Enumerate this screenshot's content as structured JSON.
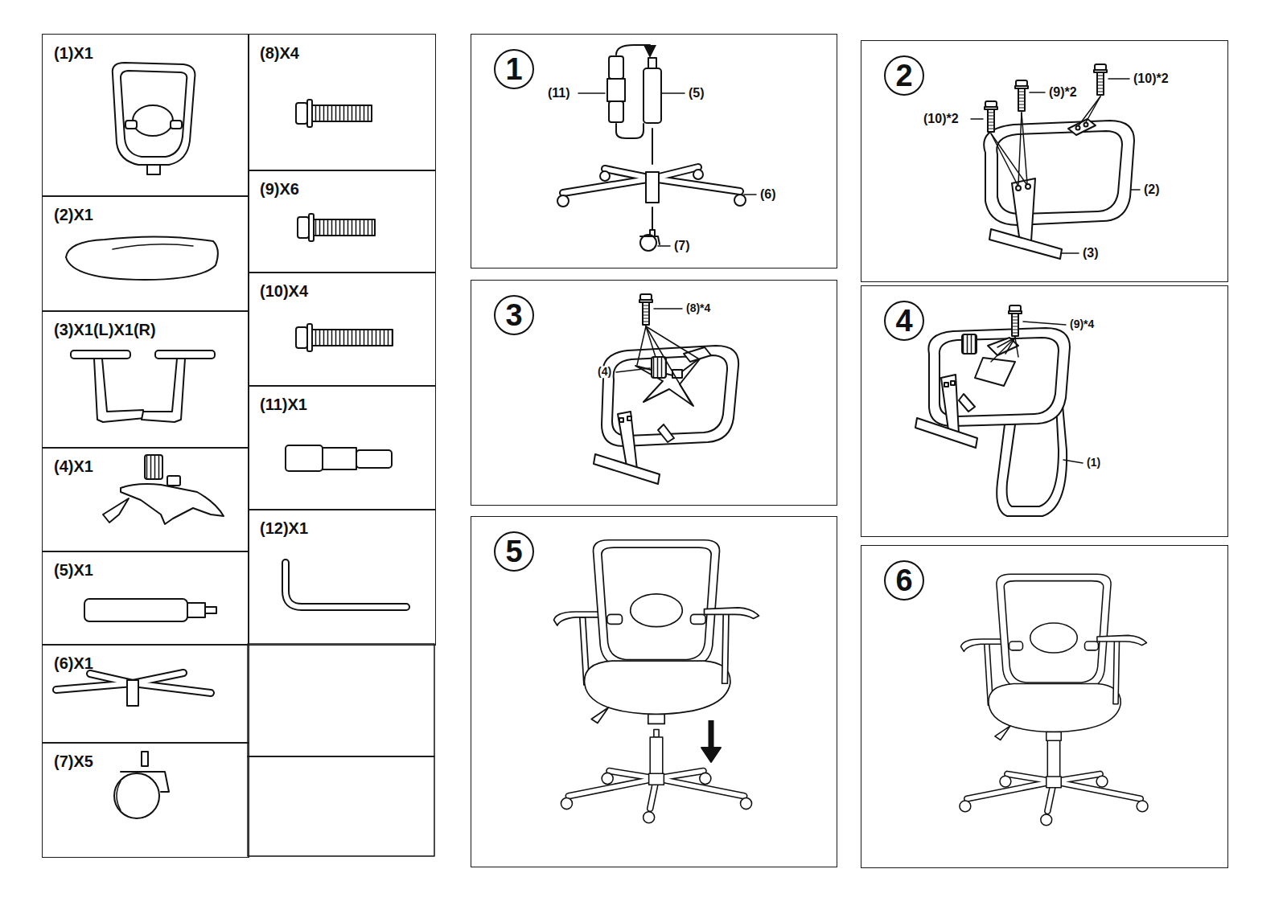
{
  "diagram": {
    "nodes": [
      {
        "text": [
          "(1)X1"
        ]
      },
      {
        "text": [
          "(2)X1"
        ]
      },
      {
        "text": [
          "(3)X1(L)X1(R)"
        ]
      },
      {
        "text": [
          "(4)X1"
        ]
      },
      {
        "text": [
          "(5)X1"
        ]
      },
      {
        "text": [
          "(6)X1"
        ]
      },
      {
        "text": [
          "(7)X5"
        ]
      },
      {
        "text": [
          "(8)X4"
        ]
      },
      {
        "text": [
          "(9)X6"
        ]
      },
      {
        "text": [
          "(10)X4"
        ]
      },
      {
        "text": [
          "(11)X1"
        ]
      },
      {
        "text": [
          "(12)X1"
        ]
      },
      {
        "text": [
          "1"
        ]
      },
      {
        "text": [
          "2"
        ]
      },
      {
        "text": [
          "3"
        ]
      },
      {
        "text": [
          "4"
        ]
      },
      {
        "text": [
          "5"
        ]
      },
      {
        "text": [
          "6"
        ]
      }
    ],
    "labels": [
      "(11)",
      "(5)",
      "(6)",
      "(7)",
      "(10)*2",
      "(9)*2",
      "(10)*2",
      "(2)",
      "(3)",
      "(8)*4",
      "(4)",
      "(9)*4",
      "(1)"
    ]
  }
}
